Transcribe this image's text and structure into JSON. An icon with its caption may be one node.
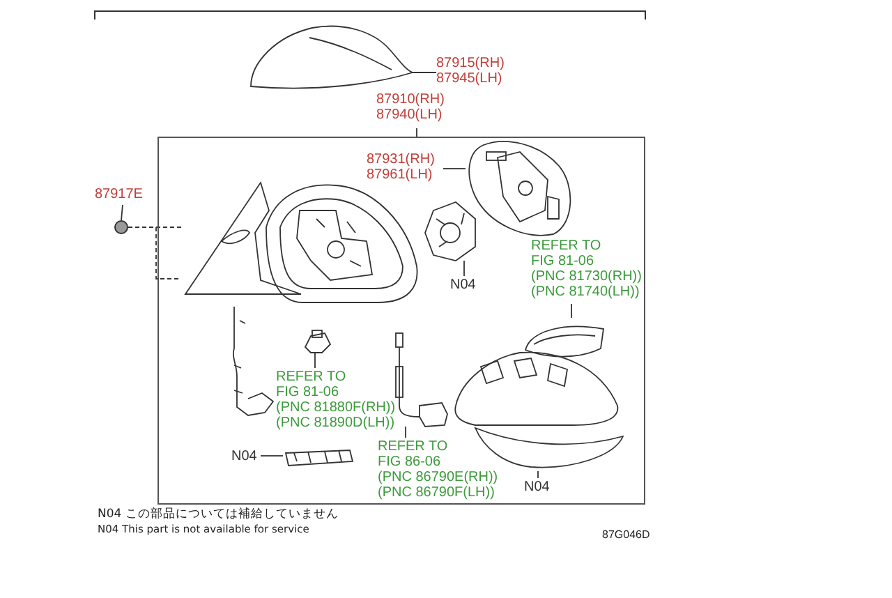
{
  "diagram": {
    "nodes": [
      {
        "text": [
          "87915(RH)",
          "87945(LH)"
        ]
      },
      {
        "text": [],
        "shape": "picture"
      },
      {
        "text": [
          "87910(RH)",
          "87940(LH)"
        ]
      },
      {
        "text": [],
        "shape": "box"
      },
      {
        "text": [
          "87931(RH)",
          "87961(LH)"
        ],
        "in": 3
      },
      {
        "text": [],
        "shape": "picture",
        "in": 3
      },
      {
        "text": [
          "87917E"
        ]
      },
      {
        "text": [],
        "shape": "circle"
      },
      {
        "text": [],
        "shape": "picture",
        "in": 3
      },
      {
        "text": [
          "N04"
        ],
        "in": 3
      },
      {
        "text": [],
        "shape": "picture",
        "in": 3
      },
      {
        "text": [
          "REFER TO FIG 81-06",
          "(PNC 81730(RH))",
          "(PNC 81740(LH))"
        ],
        "in": 3
      },
      {
        "text": [],
        "shape": "picture",
        "in": 3
      },
      {
        "text": [
          "REFER TO FIG 81-06",
          "(PNC 81880F(RH))",
          "(PNC 81890D(LH))"
        ],
        "in": 3
      },
      {
        "text": [],
        "shape": "picture",
        "in": 3
      },
      {
        "text": [
          "REFER TO FIG 86-06",
          "(PNC 86790E(RH))",
          "(PNC 86790F(LH))"
        ],
        "in": 3
      },
      {
        "text": [],
        "shape": "picture",
        "in": 3
      },
      {
        "text": [
          "N04"
        ],
        "in": 3
      },
      {
        "text": [],
        "shape": "picture",
        "in": 3
      },
      {
        "text": [
          "N04"
        ],
        "in": 3
      },
      {
        "text": [],
        "shape": "picture",
        "in": 3
      }
    ],
    "edges": [
      {
        "from": 0,
        "to": 1,
        "arrow": "none"
      },
      {
        "from": 2,
        "to": 3,
        "arrow": "none"
      },
      {
        "from": 4,
        "to": 5,
        "arrow": "none"
      },
      {
        "from": 6,
        "to": 7,
        "arrow": "none"
      },
      {
        "from": 7,
        "to": 8,
        "arrow": "none",
        "style": "dashed"
      },
      {
        "from": 9,
        "to": 10,
        "arrow": "none"
      },
      {
        "from": 11,
        "to": 12,
        "arrow": "none"
      },
      {
        "from": 13,
        "to": 14,
        "arrow": "none"
      },
      {
        "from": 15,
        "to": 16,
        "arrow": "none"
      },
      {
        "from": 17,
        "to": 18,
        "arrow": "none"
      },
      {
        "from": 19,
        "to": 20,
        "arrow": "none"
      }
    ],
    "labels": [
      "N04 この部品については補給していません",
      "N04 This part is not available for service",
      "87G046D"
    ]
  }
}
